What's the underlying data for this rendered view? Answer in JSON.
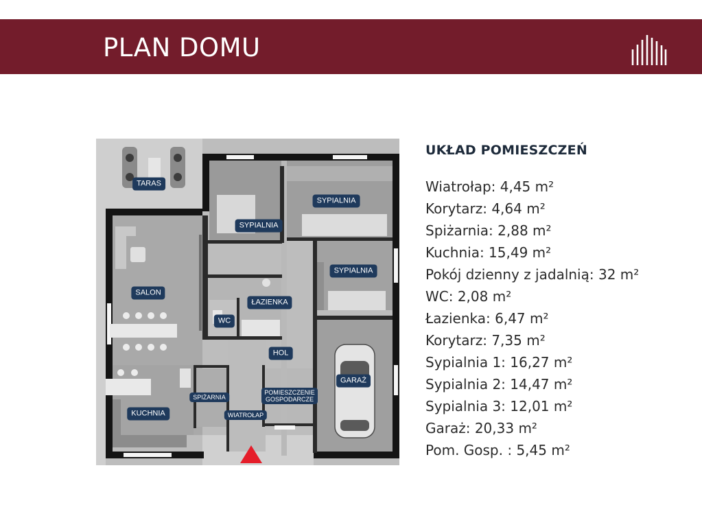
{
  "header": {
    "title": "PLAN DOMU",
    "background": "#731c2b"
  },
  "plan": {
    "labels": {
      "taras": "TARAS",
      "salon": "SALON",
      "kuchnia": "KUCHNIA",
      "spizarnia": "SPIŻARNIA",
      "wiatrolap": "WIATROŁAP",
      "pomieszczenie_line1": "POMIESZCZENIE",
      "pomieszczenie_line2": "GOSPODARCZE",
      "hol": "HOL",
      "wc": "WC",
      "lazienka": "ŁAZIENKA",
      "sypialnia_1": "SYPIALNIA",
      "sypialnia_2": "SYPIALNIA",
      "sypialnia_3": "SYPIALNIA",
      "garaz": "GARAŻ"
    },
    "label_color": "#1f3a5c",
    "entrance_marker_color": "#e51d2a"
  },
  "legend": {
    "title": "UKŁAD POMIESZCZEŃ",
    "items": [
      "Wiatrołap: 4,45 m²",
      "Korytarz: 4,64 m²",
      "Spiżarnia: 2,88 m²",
      "Kuchnia: 15,49 m²",
      "Pokój dzienny z jadalnią: 32 m²",
      "WC: 2,08 m²",
      "Łazienka: 6,47 m²",
      "Korytarz: 7,35 m²",
      "Sypialnia 1: 16,27 m²",
      "Sypialnia 2: 14,47 m²",
      "Sypialnia 3: 12,01 m²",
      "Garaż: 20,33 m²",
      "Pom. Gosp. : 5,45 m²"
    ]
  }
}
